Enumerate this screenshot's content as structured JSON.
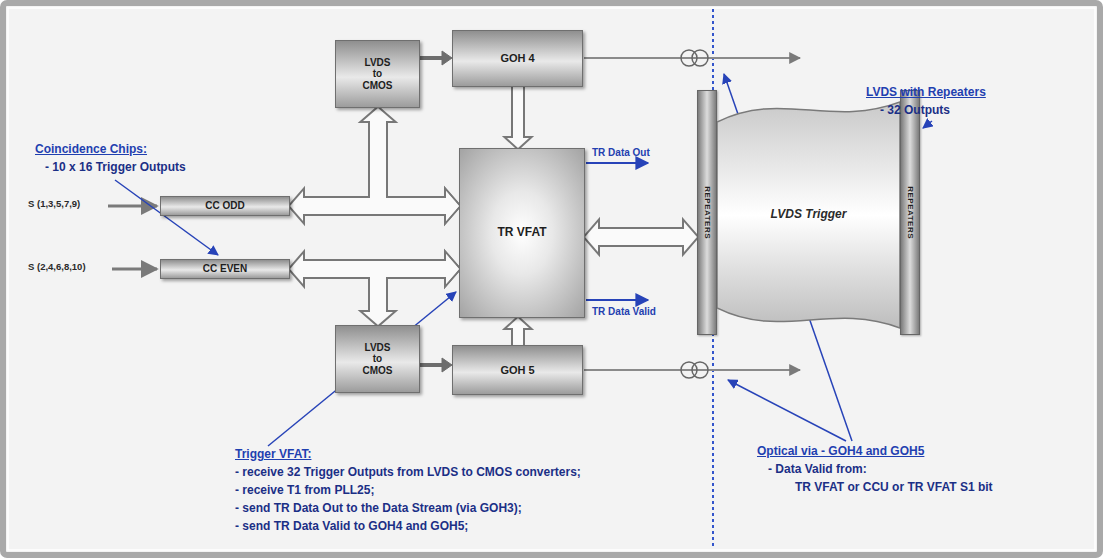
{
  "diagram": {
    "nodes": [
      {
        "text": [
          "GOH 4"
        ]
      },
      {
        "text": [
          "LVDS to CMOS"
        ]
      },
      {
        "text": [
          "CC ODD"
        ]
      },
      {
        "text": [
          "TR VFAT"
        ]
      },
      {
        "text": [
          "CC EVEN"
        ]
      },
      {
        "text": [
          "LVDS to CMOS"
        ]
      },
      {
        "text": [
          "GOH 5"
        ]
      },
      {
        "text": [
          "REPEATERS"
        ]
      },
      {
        "text": [
          "LVDS Trigger"
        ]
      },
      {
        "text": [
          "REPEATERS"
        ]
      }
    ],
    "edges": [
      {
        "from": 1,
        "to": 0,
        "arrow": "to"
      },
      {
        "from": 0,
        "to": 3,
        "arrow": "to"
      },
      {
        "from": 2,
        "to": 3,
        "arrow": "both"
      },
      {
        "from": 4,
        "to": 3,
        "arrow": "both"
      },
      {
        "from": 1,
        "to": 3,
        "arrow": "both"
      },
      {
        "from": 5,
        "to": 3,
        "arrow": "both"
      },
      {
        "from": 6,
        "to": 3,
        "arrow": "to"
      },
      {
        "from": 5,
        "to": 6,
        "arrow": "to"
      },
      {
        "from": 3,
        "to": 7,
        "arrow": "both"
      }
    ],
    "labels": [
      "S (1,3,5,7,9)",
      "S (2,4,6,8,10)",
      "Coincidence Chips:",
      "- 10 x 16 Trigger Outputs",
      "TR Data Out",
      "TR Data Valid",
      "LVDS with Repeaters",
      "- 32 Outputs",
      "Trigger VFAT:",
      "- receive 32 Trigger Outputs from LVDS to CMOS converters;",
      "- receive T1 from PLL25;",
      "- send TR Data Out to the Data Stream (via GOH3);",
      "- send TR Data Valid to GOH4 and GOH5;",
      "Optical via - GOH4 and GOH5",
      "- Data Valid from:",
      "TR VFAT or CCU or TR VFAT S1 bit"
    ]
  }
}
